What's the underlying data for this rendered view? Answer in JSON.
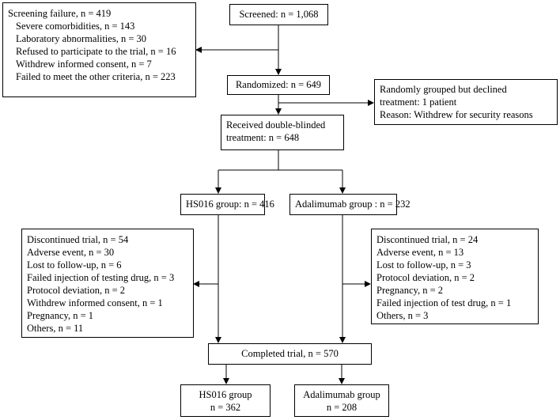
{
  "screened": "Screened: n = 1,068",
  "screening_failure": {
    "title": "Screening failure, n = 419",
    "items": [
      "Severe comorbidities, n = 143",
      "Laboratory abnormalities, n = 30",
      "Refused to participate to the trial, n = 16",
      "Withdrew informed consent, n = 7",
      "Failed to meet the other criteria, n = 223"
    ]
  },
  "randomized": "Randomized: n = 649",
  "declined": {
    "line1": "Randomly grouped but declined",
    "line2": "treatment: 1 patient",
    "line3": "Reason: Withdrew for security reasons"
  },
  "received": {
    "line1": "Received double-blinded",
    "line2": "treatment: n = 648"
  },
  "hs016_group": "HS016 group: n = 416",
  "adalimumab_group": "Adalimumab group : n = 232",
  "hs016_discontinued": [
    "Discontinued trial, n = 54",
    "Adverse event, n = 30",
    "Lost to follow-up, n = 6",
    "Failed injection of testing drug, n = 3",
    "Protocol deviation, n = 2",
    "Withdrew informed consent, n = 1",
    "Pregnancy, n = 1",
    "Others, n = 11"
  ],
  "adalimumab_discontinued": [
    "Discontinued trial, n = 24",
    "Adverse event, n = 13",
    "Lost to follow-up, n = 3",
    "Protocol deviation, n = 2",
    "Pregnancy, n = 2",
    "Failed injection of test drug, n = 1",
    "Others, n = 3"
  ],
  "completed": "Completed trial, n = 570",
  "final_hs016": {
    "line1": "HS016 group",
    "line2": "n = 362"
  },
  "final_adalimumab": {
    "line1": "Adalimumab group",
    "line2": "n = 208"
  }
}
